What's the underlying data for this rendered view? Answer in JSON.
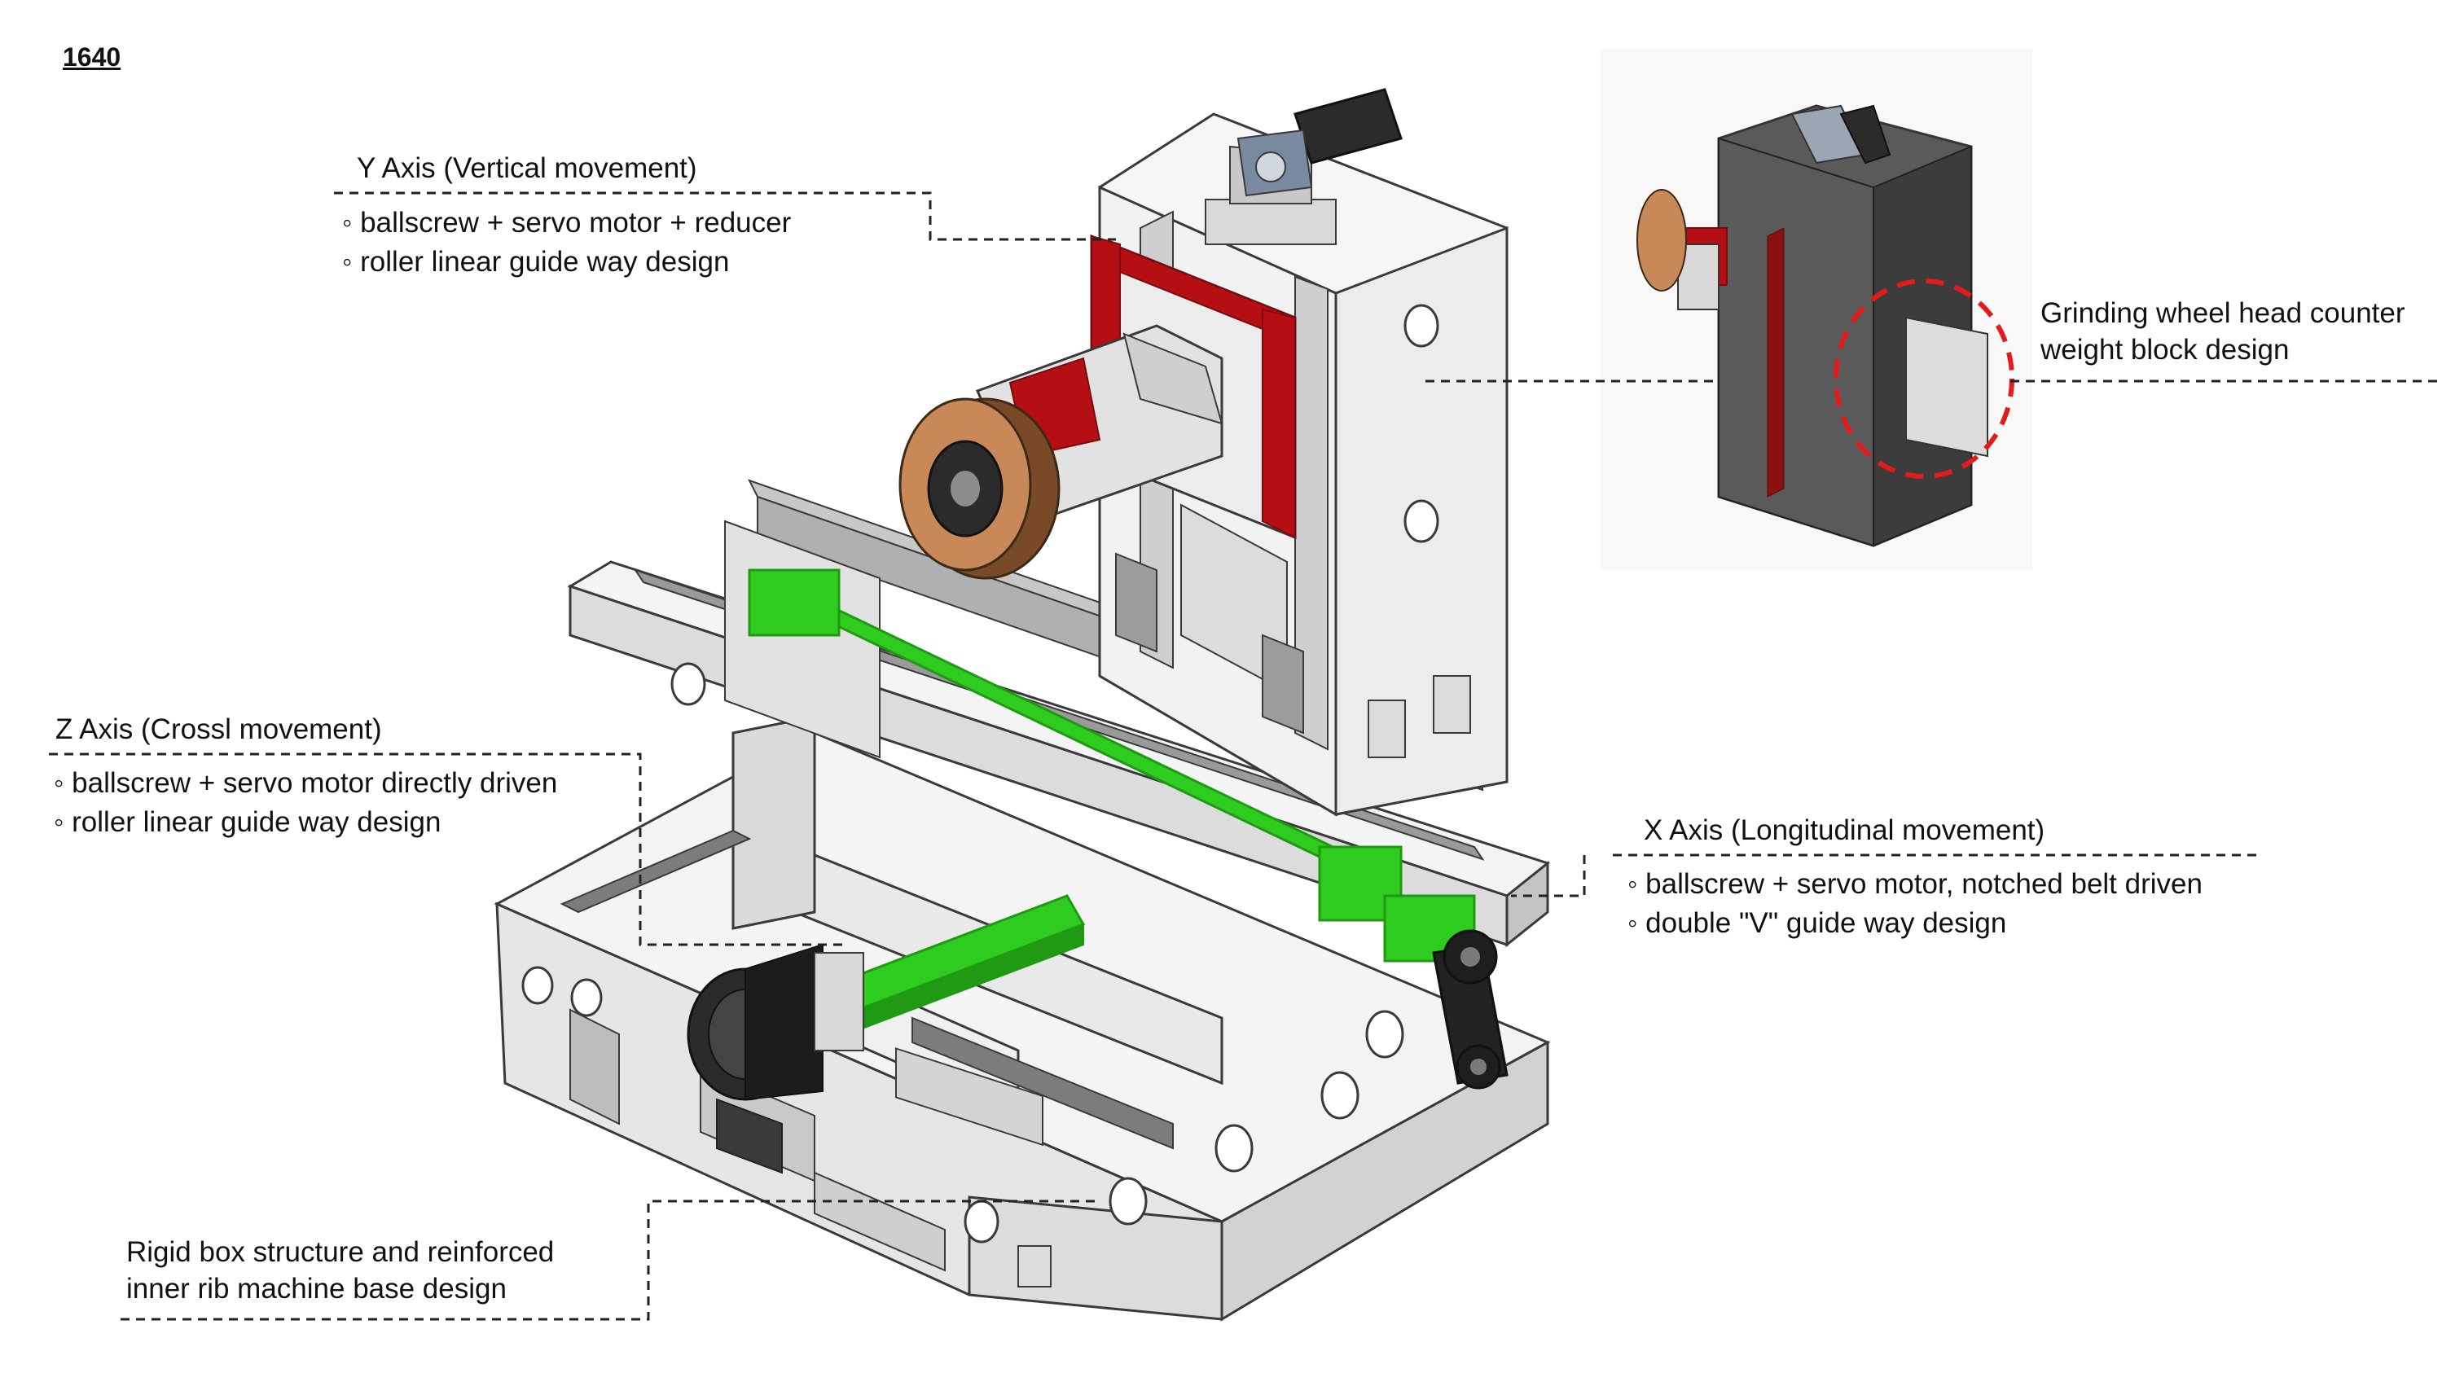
{
  "model_label": "1640",
  "annotations": {
    "y_axis": {
      "title": "Y Axis (Vertical movement)",
      "bullets": [
        "ballscrew + servo motor + reducer",
        "roller linear guide way design"
      ]
    },
    "counterweight": {
      "text_line1": "Grinding wheel head counter",
      "text_line2": "weight block design"
    },
    "z_axis": {
      "title": "Z Axis (Crossl movement)",
      "bullets": [
        "ballscrew + servo motor directly driven",
        "roller linear guide way design"
      ]
    },
    "x_axis": {
      "title": "X Axis (Longitudinal movement)",
      "bullets": [
        "ballscrew + servo motor, notched belt driven",
        "double \"V\" guide way design"
      ]
    },
    "base": {
      "text_line1": "Rigid box structure and reinforced",
      "text_line2": "inner rib machine base design"
    }
  },
  "colors": {
    "casting": "#f1f1f1",
    "casting_shade": "#d6d6d6",
    "casting_dark": "#b5b5b5",
    "outline": "#3a3a3a",
    "counterweight_red": "#b50f14",
    "ballscrew_green": "#2ecc1f",
    "ballscrew_dark": "#1f9a12",
    "grinding_wheel": "#c98858",
    "grinding_wheel_dark": "#7a4a28",
    "servo_motor": "#2b2b2b",
    "callout_circle": "#e31b1b",
    "ghost_body": "#4a4a4a"
  }
}
